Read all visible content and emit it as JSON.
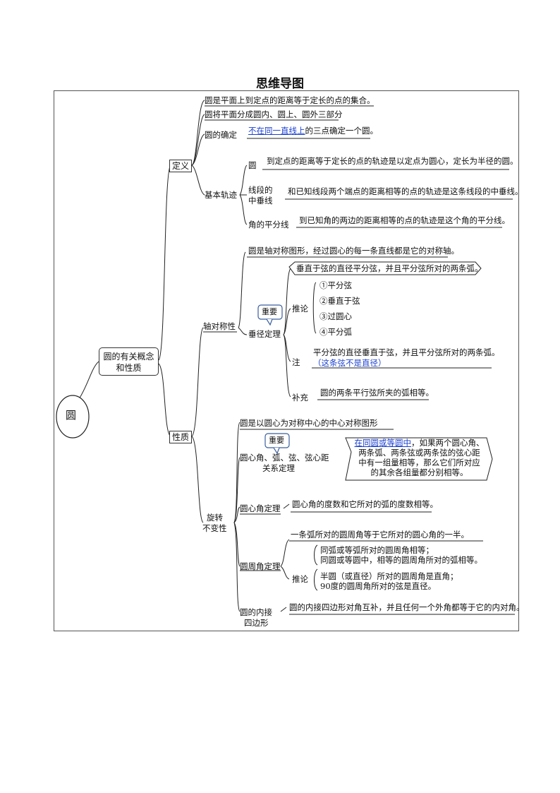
{
  "title": "思维导图",
  "root": "圆",
  "level1": "圆的有关概念和性质",
  "branches": {
    "def": "定义",
    "prop": "性质"
  },
  "definition": {
    "line1": "圆是平面上到定点的距离等于定长的点的集合。",
    "line2": "圆将平面分成圆内、圆上、圆外三部分",
    "determine_label": "圆的确定",
    "determine_link": "不在同一直线上",
    "determine_rest": "的三点确定一个圆。",
    "locus_label": "基本轨迹",
    "locus": [
      {
        "label": "圆",
        "text": "到定点的距离等于定长的点的轨迹是以定点为圆心，定长为半径的圆。"
      },
      {
        "label1": "线段的",
        "label2": "中垂线",
        "text": "和已知线段两个端点的距离相等的点的轨迹是这条线段的中垂线。"
      },
      {
        "label": "角的平分线",
        "text": "到已知角的两边的距离相等的点的轨迹是这个角的平分线。"
      }
    ]
  },
  "axial": {
    "label": "轴对称性",
    "line1": "圆是轴对称图形，经过圆心的每一条直线都是它的对称轴。",
    "important": "重要",
    "theorem": "垂径定理",
    "main": "垂直于弦的直径平分弦，并且平分弦所对的两条弧。",
    "corollary_label": "推论",
    "corollary": [
      "①平分弦",
      "②垂直于弦",
      "③过圆心",
      "④平分弧"
    ],
    "note_label": "注",
    "note1": "平分弦的直径垂直于弦，并且平分弦所对的两条弧。",
    "note2": "（这条弦不是直径）",
    "supp_label": "补充",
    "supp": "圆的两条平行弦所夹的弧相等。"
  },
  "rotation": {
    "label1": "旋转",
    "label2": "不变性",
    "line1": "圆是以圆心为对称中心的中心对称图形",
    "important": "重要",
    "rel_label1": "圆心角、弧、弦、弦心距",
    "rel_label2": "关系定理",
    "rel_link": "在同圆或等圆中",
    "rel_text1": "，如果两个圆心角、",
    "rel_text2": "两条弧、两条弦或两条弦的弦心距",
    "rel_text3": "中有一组量相等，那么它们所对应",
    "rel_text4": "的其余各组量都分别相等。",
    "central_label": "圆心角定理",
    "central": "圆心角的度数和它所对的弧的度数相等。",
    "inscribed_label": "圆周角定理",
    "inscribed_main": "一条弧所对的圆周角等于它所对的圆心角的一半。",
    "inscribed_cor_label": "推论",
    "inscribed_cor1": "同弧或等弧所对的圆周角相等；",
    "inscribed_cor2": "同圆或等圆中，相等的圆周角所对的弧相等。",
    "inscribed_cor3": "半圆（或直径）所对的圆周角是直角；",
    "inscribed_cor4": "90度的圆周角所对的弦是直径。",
    "quad_label1": "圆的内接",
    "quad_label2": "四边形",
    "quad": "圆的内接四边形对角互补，并且任何一个外角都等于它的内对角。"
  }
}
